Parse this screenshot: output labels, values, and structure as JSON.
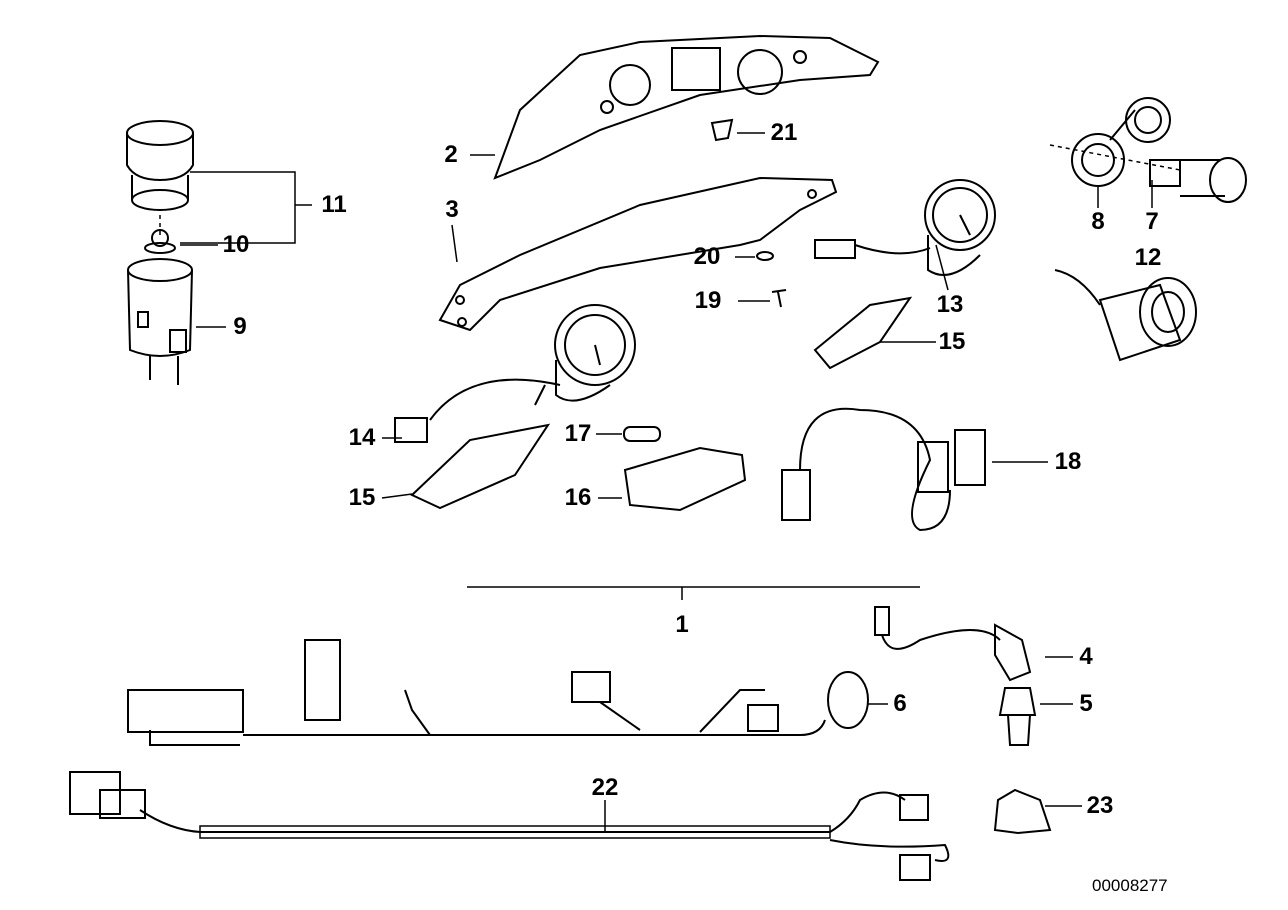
{
  "diagram": {
    "callouts": {
      "c1": "1",
      "c2": "2",
      "c3": "3",
      "c4": "4",
      "c5": "5",
      "c6": "6",
      "c7": "7",
      "c8": "8",
      "c9": "9",
      "c10": "10",
      "c11": "11",
      "c12": "12",
      "c13": "13",
      "c14": "14",
      "c15a": "15",
      "c15b": "15",
      "c16": "16",
      "c17": "17",
      "c18": "18",
      "c19": "19",
      "c20": "20",
      "c21": "21",
      "c22": "22",
      "c23": "23"
    },
    "drawing_number": "00008277"
  }
}
